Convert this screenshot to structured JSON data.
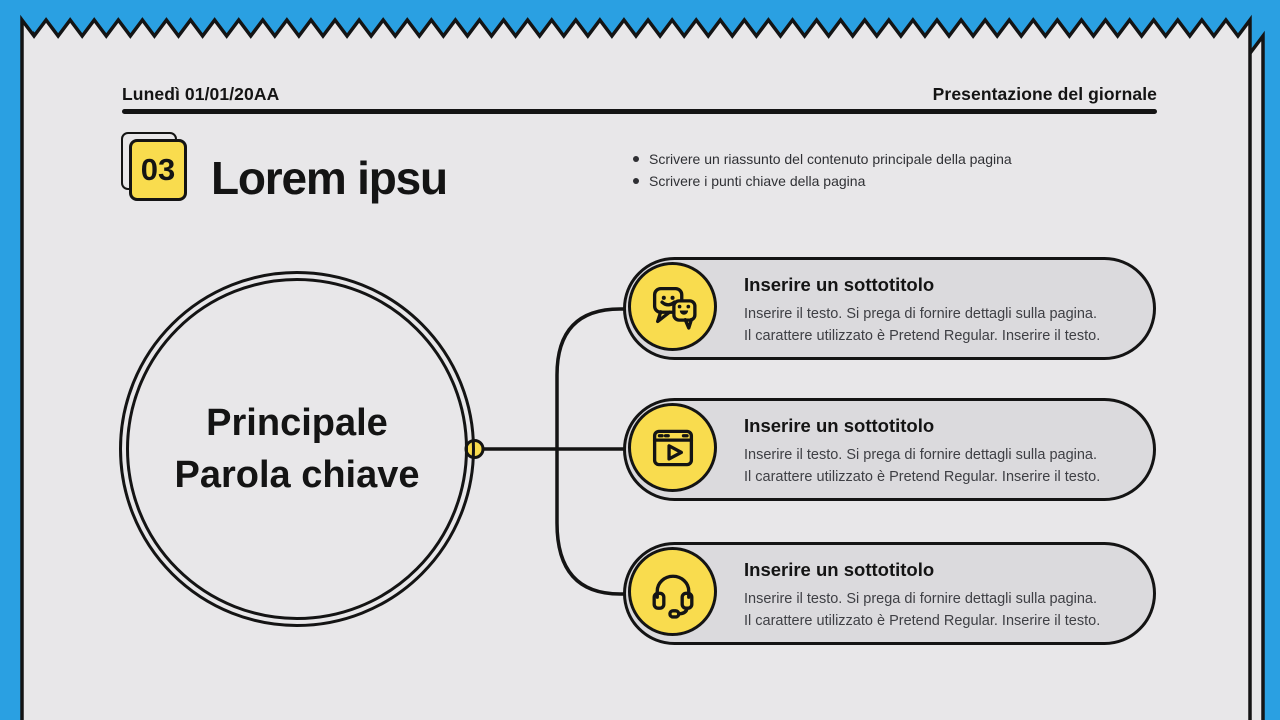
{
  "header": {
    "date": "Lunedì 01/01/20AA",
    "right_title": "Presentazione del giornale"
  },
  "title_block": {
    "badge_number": "03",
    "title": "Lorem ipsu",
    "bullets": [
      "Scrivere un riassunto del contenuto principale della pagina",
      "Scrivere i punti chiave della pagina"
    ]
  },
  "keyword_circle": {
    "line1": "Principale",
    "line2": "Parola chiave"
  },
  "cards": [
    {
      "icon": "chat-bubbles-icon",
      "title": "Inserire un sottotitolo",
      "body_line1": "Inserire il testo. Si prega di fornire dettagli sulla pagina.",
      "body_line2": "Il carattere utilizzato è Pretend Regular. Inserire il testo."
    },
    {
      "icon": "video-window-icon",
      "title": "Inserire un sottotitolo",
      "body_line1": "Inserire il testo. Si prega di fornire dettagli sulla pagina.",
      "body_line2": "Il carattere utilizzato è Pretend Regular. Inserire il testo."
    },
    {
      "icon": "headset-icon",
      "title": "Inserire un sottotitolo",
      "body_line1": "Inserire il testo. Si prega di fornire dettagli sulla pagina.",
      "body_line2": "Il carattere utilizzato è Pretend Regular. Inserire il testo."
    }
  ],
  "colors": {
    "background_blue": "#2AA0E2",
    "paper": "#E8E7E9",
    "card_fill": "#DBDADD",
    "accent_yellow": "#F9DC4E",
    "ink": "#141414"
  }
}
